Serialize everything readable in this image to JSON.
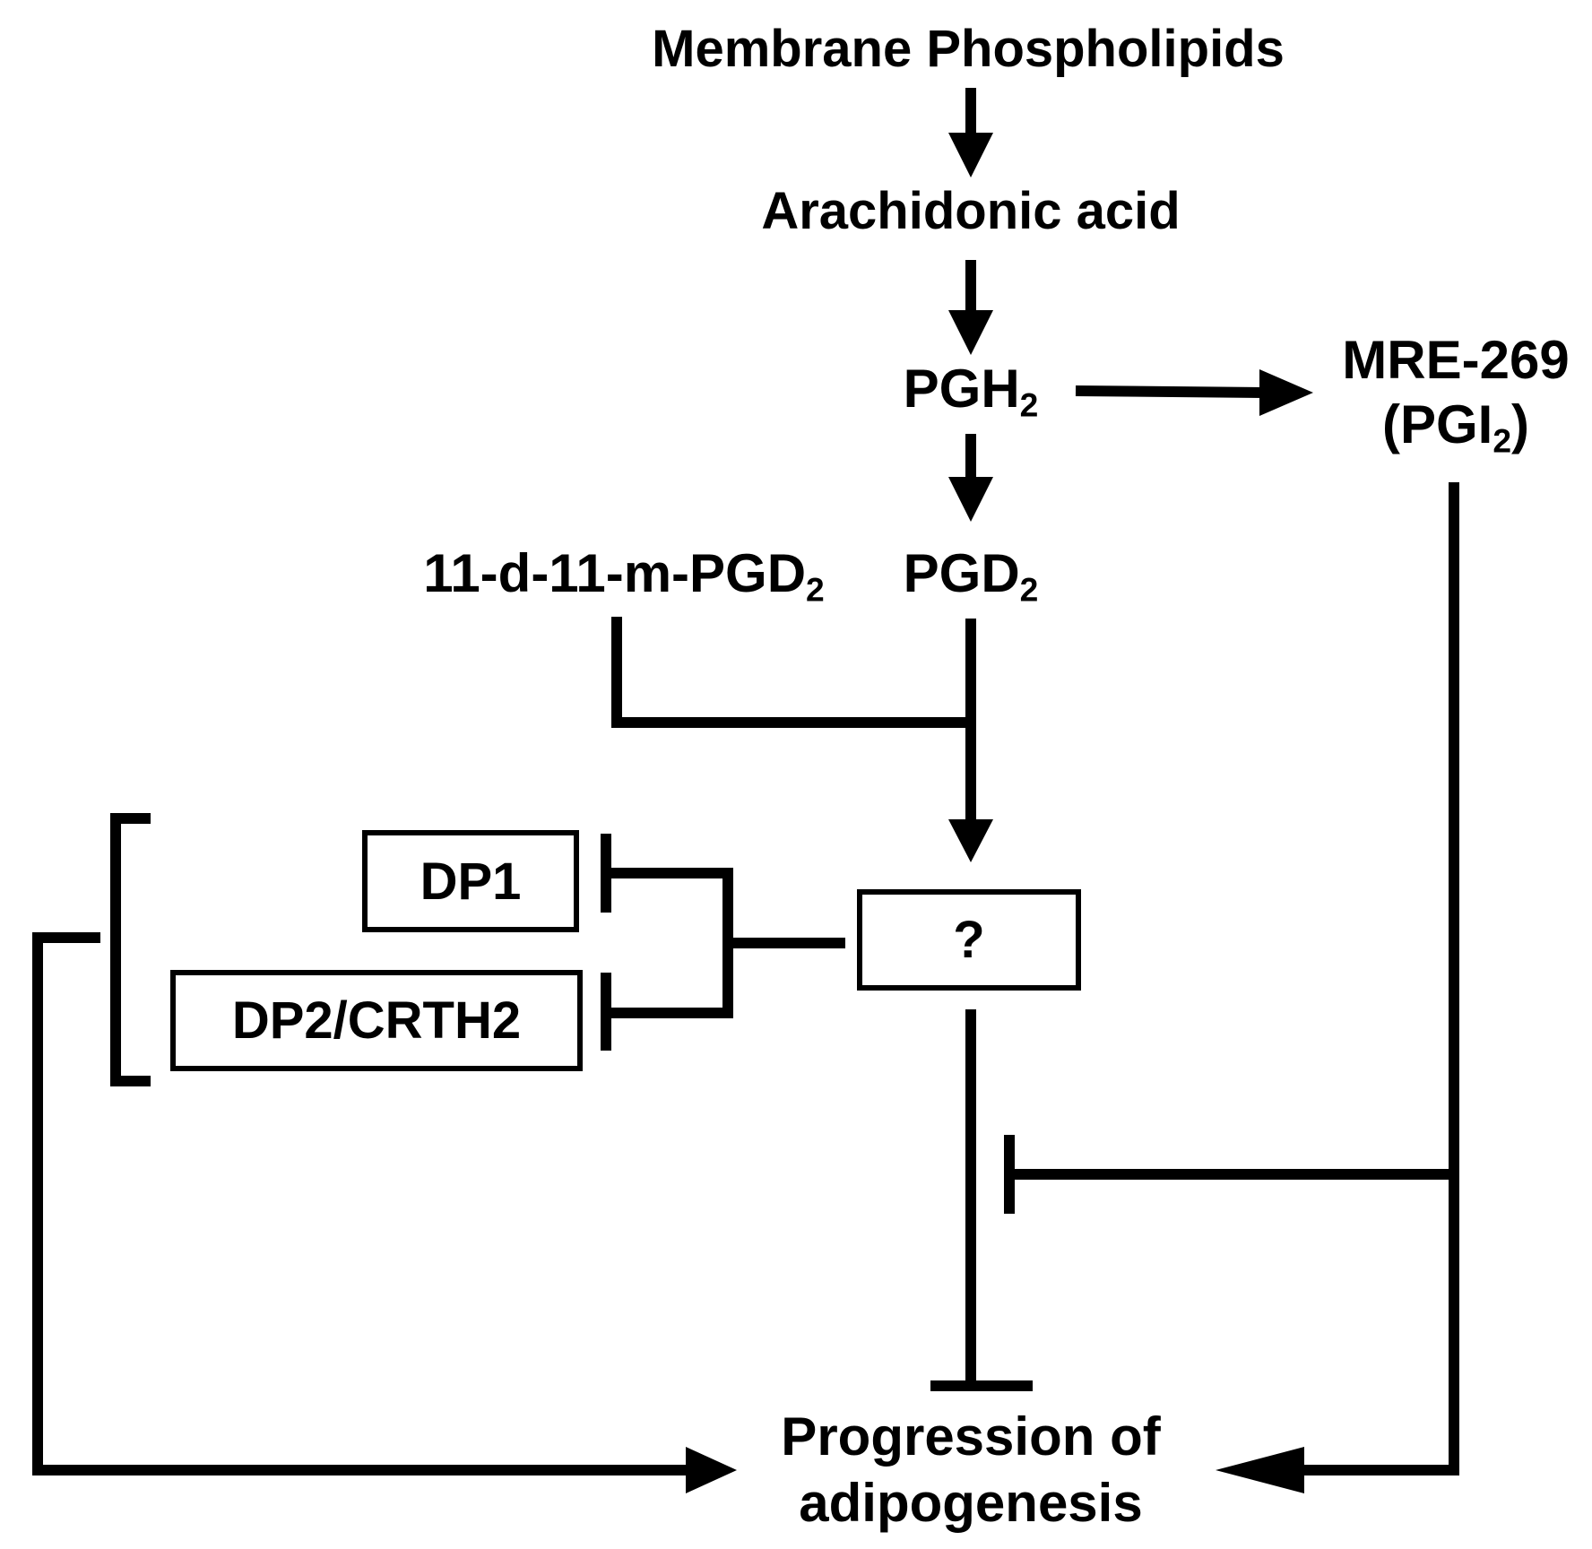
{
  "nodes": {
    "membrane": "Membrane Phospholipids",
    "arachidonic": "Arachidonic acid",
    "pgh2_base": "PGH",
    "pgh2_sub": "2",
    "mre_line1": "MRE-269",
    "mre_line2_open": "(PGI",
    "mre_line2_sub": "2",
    "mre_line2_close": ")",
    "metabolite_base": "11-d-11-m-PGD",
    "metabolite_sub": "2",
    "pgd2_base": "PGD",
    "pgd2_sub": "2",
    "unknown": "?",
    "dp1": "DP1",
    "dp2": "DP2/CRTH2",
    "outcome_line1": "Progression of",
    "outcome_line2": "adipogenesis"
  }
}
